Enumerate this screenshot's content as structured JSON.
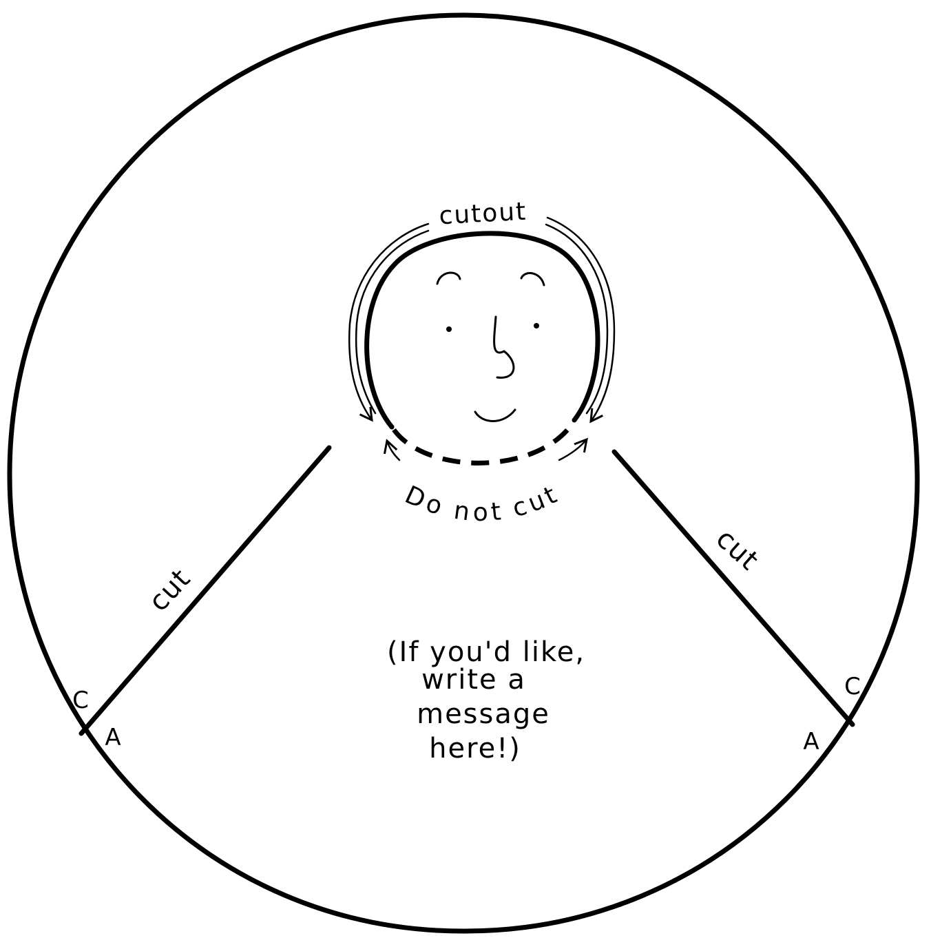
{
  "labels": {
    "cut_out": "cutout",
    "do_not_cut": "Do not cut",
    "cut_left": "cut",
    "cut_right": "cut",
    "left_c": "C",
    "left_a": "A",
    "right_c": "C",
    "right_a": "A"
  },
  "message": {
    "line1": "(If you'd like,",
    "line2": "write a",
    "line3": "message",
    "line4": "here!)"
  },
  "colors": {
    "ink": "#000000",
    "paper": "#ffffff"
  },
  "icons": {
    "face": "smiling-face-icon",
    "arrows": "curved-arrow-icon"
  }
}
